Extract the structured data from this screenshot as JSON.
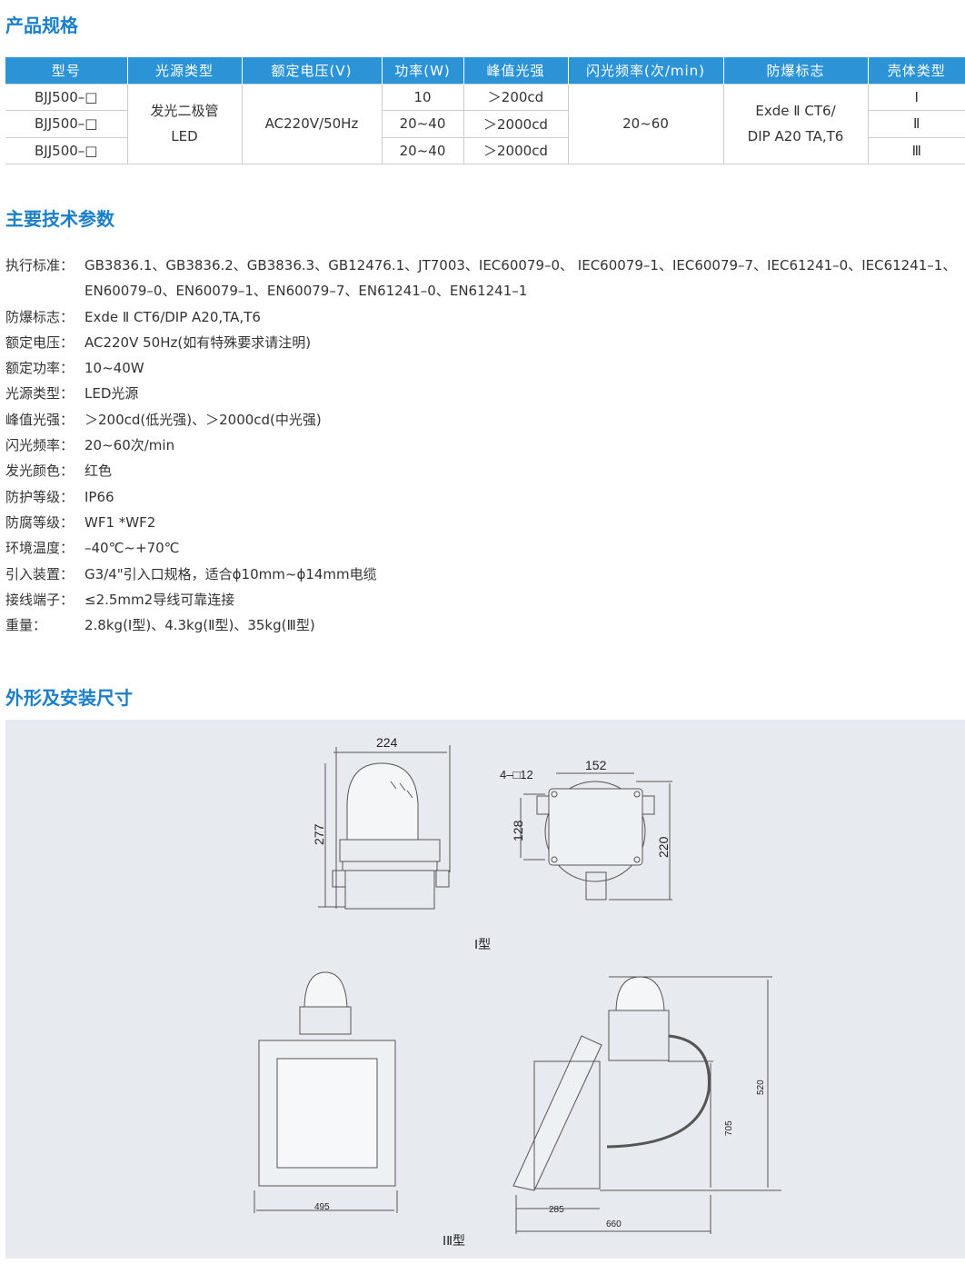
{
  "sections": {
    "spec": "产品规格",
    "params": "主要技术参数",
    "dims": "外形及安装尺寸"
  },
  "table": {
    "headers": [
      "型号",
      "光源类型",
      "额定电压(V)",
      "功率(W)",
      "峰值光强",
      "闪光频率(次/min)",
      "防爆标志",
      "壳体类型"
    ],
    "models": [
      "BJJ500–□",
      "BJJ500–□",
      "BJJ500–□"
    ],
    "light_source": [
      "发光二极管",
      "LED"
    ],
    "voltage": "AC220V/50Hz",
    "power": [
      "10",
      "20~40",
      "20~40"
    ],
    "intensity": [
      "＞200cd",
      "＞2000cd",
      "＞2000cd"
    ],
    "frequency": "20~60",
    "ex_mark": [
      "Exde Ⅱ CT6/",
      "DIP A20 TA,T6"
    ],
    "housing": [
      "Ⅰ",
      "Ⅱ",
      "Ⅲ"
    ]
  },
  "params": [
    {
      "label": "执行标准：",
      "value": "GB3836.1、GB3836.2、GB3836.3、GB12476.1、JT7003、IEC60079–0、 IEC60079–1、IEC60079–7、IEC61241–0、IEC61241–1、EN60079–0、EN60079–1、EN60079–7、EN61241–0、EN61241–1"
    },
    {
      "label": "防爆标志：",
      "value": "Exde Ⅱ CT6/DIP A20,TA,T6"
    },
    {
      "label": "额定电压：",
      "value": "AC220V  50Hz(如有特殊要求请注明)"
    },
    {
      "label": "额定功率：",
      "value": "10~40W"
    },
    {
      "label": "光源类型：",
      "value": "LED光源"
    },
    {
      "label": "峰值光强：",
      "value": "＞200cd(低光强)、＞2000cd(中光强)"
    },
    {
      "label": "闪光频率：",
      "value": "20~60次/min"
    },
    {
      "label": "发光颜色：",
      "value": "红色"
    },
    {
      "label": "防护等级：",
      "value": "IP66"
    },
    {
      "label": "防腐等级：",
      "value": "WF1 *WF2"
    },
    {
      "label": "环境温度：",
      "value": "–40℃~+70℃"
    },
    {
      "label": "引入装置：",
      "value": "G3/4\"引入口规格，适合ϕ10mm~ϕ14mm电缆"
    },
    {
      "label": "接线端子：",
      "value": "≤2.5mm2导线可靠连接"
    },
    {
      "label": "重量：",
      "value": "2.8kg(Ⅰ型)、4.3kg(Ⅱ型)、35kg(Ⅲ型)"
    }
  ],
  "drawing": {
    "type1": {
      "width": "224",
      "height": "277",
      "holes": "4–□12",
      "hole_span": "152",
      "hole_span_v": "128",
      "base_h": "220",
      "caption": "Ⅰ型"
    },
    "type3": {
      "width": "495",
      "depth": "285",
      "depth_total": "660",
      "h1": "705",
      "h2": "520",
      "caption": "ⅠⅡ型"
    }
  }
}
